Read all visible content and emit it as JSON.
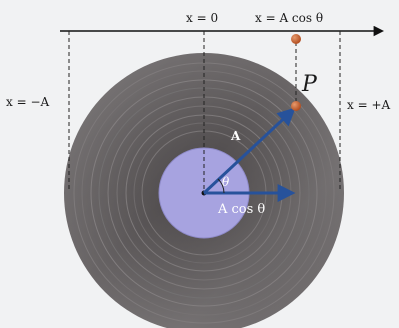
{
  "labels": {
    "x_zero": "x = 0",
    "x_acos": "x = A cos θ",
    "x_minus_a": "x = −A",
    "x_plus_a": "x = +A",
    "point": "P",
    "vector": "A",
    "angle": "θ",
    "component": "A cos θ"
  },
  "colors": {
    "background": "#f1f2f3",
    "record": "#5e5a5b",
    "label_center": "#a7a3e0",
    "vector": "#27529b",
    "ball": "#c55d2e",
    "axis": "#111111"
  }
}
